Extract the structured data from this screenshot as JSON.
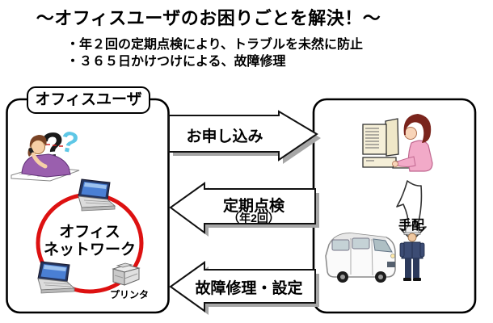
{
  "header": {
    "title": "～オフィスユーザのお困りごとを解決！～",
    "bullets": [
      "・年２回の定期点検により、トラブルを未然に防止",
      "・３６５日かけつけによる、故障修理"
    ]
  },
  "office_box": {
    "label": "オフィスユーザ",
    "network": {
      "line1": "オフィス",
      "line2": "ネットワーク"
    },
    "printer_caption": "プリンタ"
  },
  "provider_box": {
    "dispatch_label": "手配"
  },
  "arrows": {
    "apply": {
      "label": "お申し込み",
      "direction": "right"
    },
    "inspection": {
      "label": "定期点検",
      "sublabel": "（年2回）",
      "direction": "left"
    },
    "repair": {
      "label": "故障修理・設定",
      "direction": "left"
    }
  },
  "colors": {
    "background": "#ffffff",
    "text": "#000000",
    "box_border": "#000000",
    "network_ring": "#dd1111",
    "arrow_fill": "#ffffff",
    "arrow_outline": "#111111",
    "arrow_shadow": "#a6a6a6",
    "question_mark_accent": "#5ec7e6",
    "user_shirt": "#9a5fae",
    "operator_shirt": "#f2aac8",
    "worker_uniform": "#3c4c74"
  },
  "icons": {
    "office_side": [
      "question-marks-icon",
      "user-on-phone-icon",
      "laptop-icon",
      "printer-icon"
    ],
    "provider_side": [
      "operator-at-computer-icon",
      "dispatch-curved-arrow-icon",
      "service-van-icon",
      "service-worker-icon"
    ]
  }
}
